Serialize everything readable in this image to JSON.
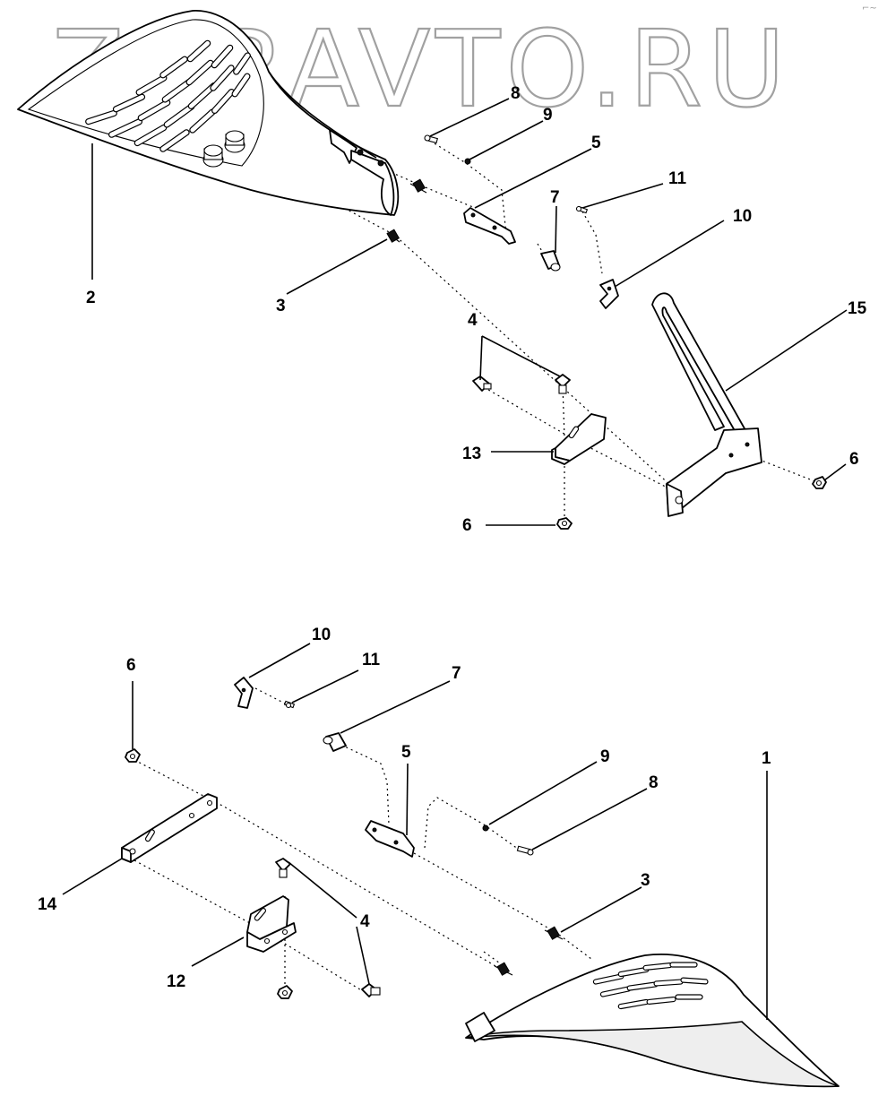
{
  "watermark": "ZURAVTO.RU",
  "corner_mark": "⌐~",
  "callouts": {
    "top": {
      "c2": "2",
      "c3": "3",
      "c4": "4",
      "c5": "5",
      "c6a": "6",
      "c6b": "6",
      "c7": "7",
      "c8": "8",
      "c9": "9",
      "c10": "10",
      "c11": "11",
      "c13": "13",
      "c15": "15"
    },
    "bottom": {
      "c1": "1",
      "c3": "3",
      "c4": "4",
      "c5": "5",
      "c6": "6",
      "c7": "7",
      "c8": "8",
      "c9": "9",
      "c10": "10",
      "c11": "11",
      "c12": "12",
      "c14": "14"
    }
  }
}
